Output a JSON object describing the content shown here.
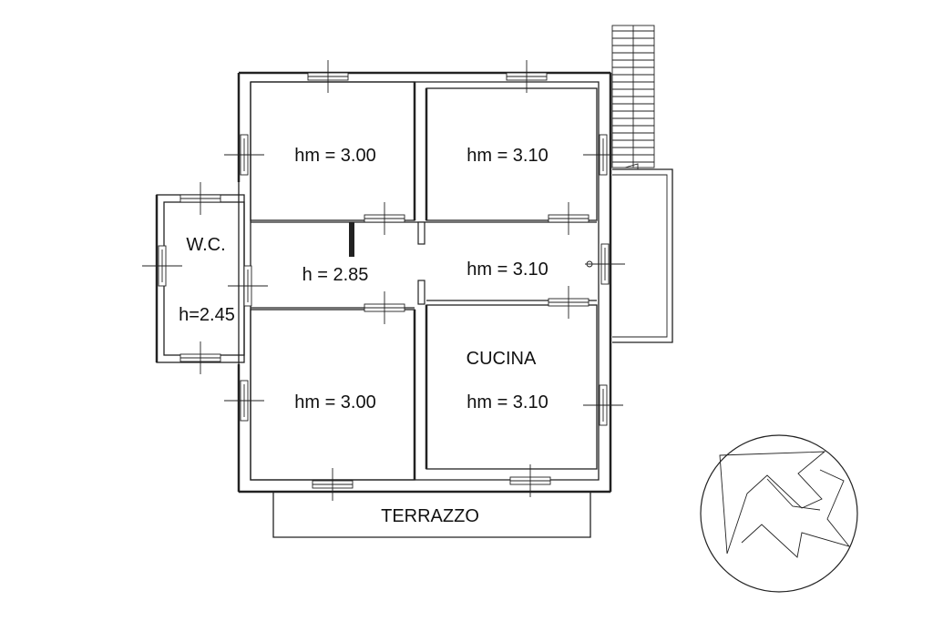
{
  "rooms": {
    "bedroom_top_left": "hm = 3.00",
    "room_top_right": "hm = 3.10",
    "wc_name": "W.C.",
    "wc_height": "h=2.45",
    "hallway": "h = 2.85",
    "room_middle_right": "hm = 3.10",
    "bedroom_bottom_left": "hm = 3.00",
    "kitchen_name": "CUCINA",
    "kitchen_height": "hm = 3.10",
    "terrace": "TERRAZZO"
  },
  "compass": {
    "icon": "north-arrow-icon"
  }
}
